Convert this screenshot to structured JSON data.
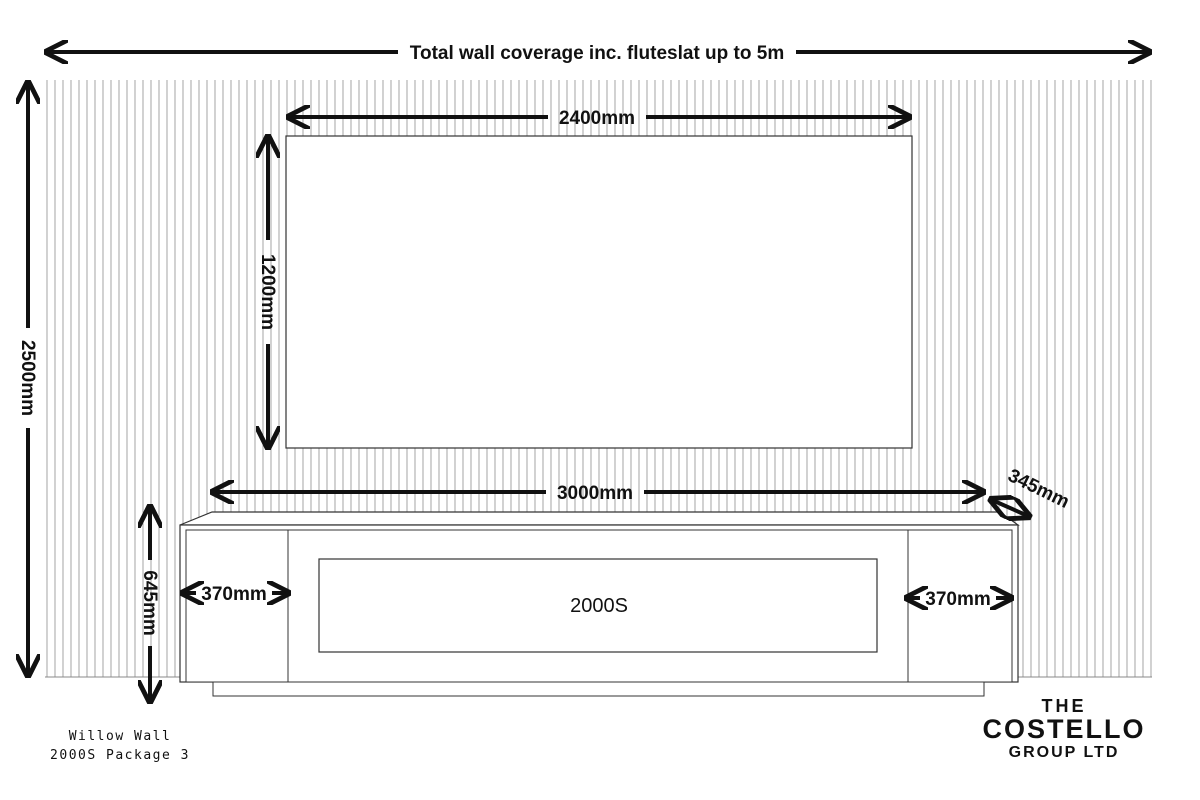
{
  "dimensions": {
    "total_wall": "Total wall coverage inc. fluteslat up to 5m",
    "screen_width": "2400mm",
    "screen_height": "1200mm",
    "wall_height": "2500mm",
    "unit_width": "3000mm",
    "unit_depth": "345mm",
    "unit_height": "645mm",
    "left_cabinet": "370mm",
    "right_cabinet": "370mm"
  },
  "tv_unit": {
    "model": "2000S"
  },
  "caption": {
    "line1": "Willow Wall",
    "line2": "2000S Package 3"
  },
  "logo": {
    "line1": "THE",
    "line2": "COSTELLO",
    "line3": "GROUP LTD"
  }
}
